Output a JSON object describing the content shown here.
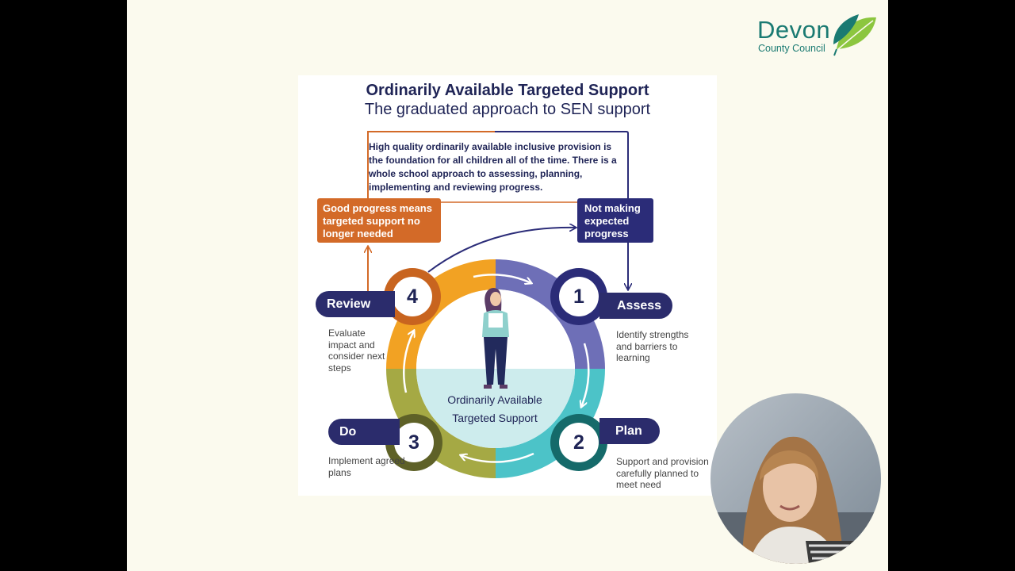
{
  "logo": {
    "name": "Devon",
    "subtitle": "County Council",
    "color": "#1a7a72"
  },
  "diagram": {
    "title": "Ordinarily Available Targeted Support",
    "subtitle": "The graduated approach to SEN support",
    "foundation_text": "High quality ordinarily available inclusive provision is the foundation for all children all of the time. There is a whole school approach to assessing, planning, implementing and reviewing progress.",
    "good_progress": "Good progress means targeted support no longer needed",
    "not_making": "Not making expected progress",
    "center_label": "Ordinarily Available Targeted Support",
    "stages": {
      "assess": {
        "number": "1",
        "label": "Assess",
        "description": "Identify strengths and barriers to learning",
        "color": "#6e6fb7"
      },
      "plan": {
        "number": "2",
        "label": "Plan",
        "description": "Support and provision carefully planned to meet need",
        "color": "#4cc3c8"
      },
      "do": {
        "number": "3",
        "label": "Do",
        "description": "Implement agreed plans",
        "color": "#a5a944"
      },
      "review": {
        "number": "4",
        "label": "Review",
        "description": "Evaluate impact and consider next steps",
        "color": "#f2a223"
      }
    },
    "colors": {
      "navy": "#2b2c78",
      "orange": "#d36a28"
    }
  },
  "webcam": {
    "icon": "presenter-video-icon"
  }
}
